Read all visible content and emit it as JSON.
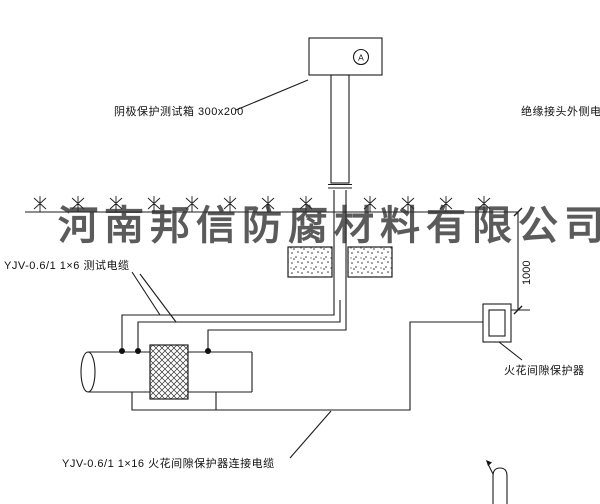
{
  "drawing": {
    "watermark": "河南邦信防腐材料有限公司",
    "meter_symbol": "A",
    "labels": {
      "test_box": "阴极保护测试箱 300x200",
      "outer_cable": "绝缘接头外侧电缆",
      "test_cable": "YJV-0.6/1 1×6  测试电缆",
      "spark_gap_protector": "火花间隙保护器",
      "spark_gap_cable": "YJV-0.6/1 1×16  火花间隙保护器连接电缆",
      "dimension_1000": "1000"
    },
    "colors": {
      "line": "#1c1c1c",
      "background": "#ffffff",
      "watermark": "#3c3c3c"
    }
  }
}
